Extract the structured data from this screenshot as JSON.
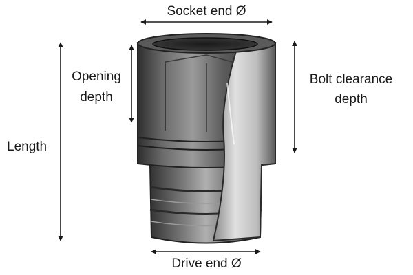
{
  "diagram": {
    "labels": {
      "socket_end": "Socket end Ø",
      "opening_depth_line1": "Opening",
      "opening_depth_line2": "depth",
      "length": "Length",
      "bolt_clearance_line1": "Bolt clearance",
      "bolt_clearance_line2": "depth",
      "drive_end": "Drive end Ø"
    },
    "colors": {
      "socket_body": "#4a4a4a",
      "socket_highlight": "#bdbdbd",
      "arrow": "#1a1a1a",
      "text": "#1a1a1a"
    }
  }
}
